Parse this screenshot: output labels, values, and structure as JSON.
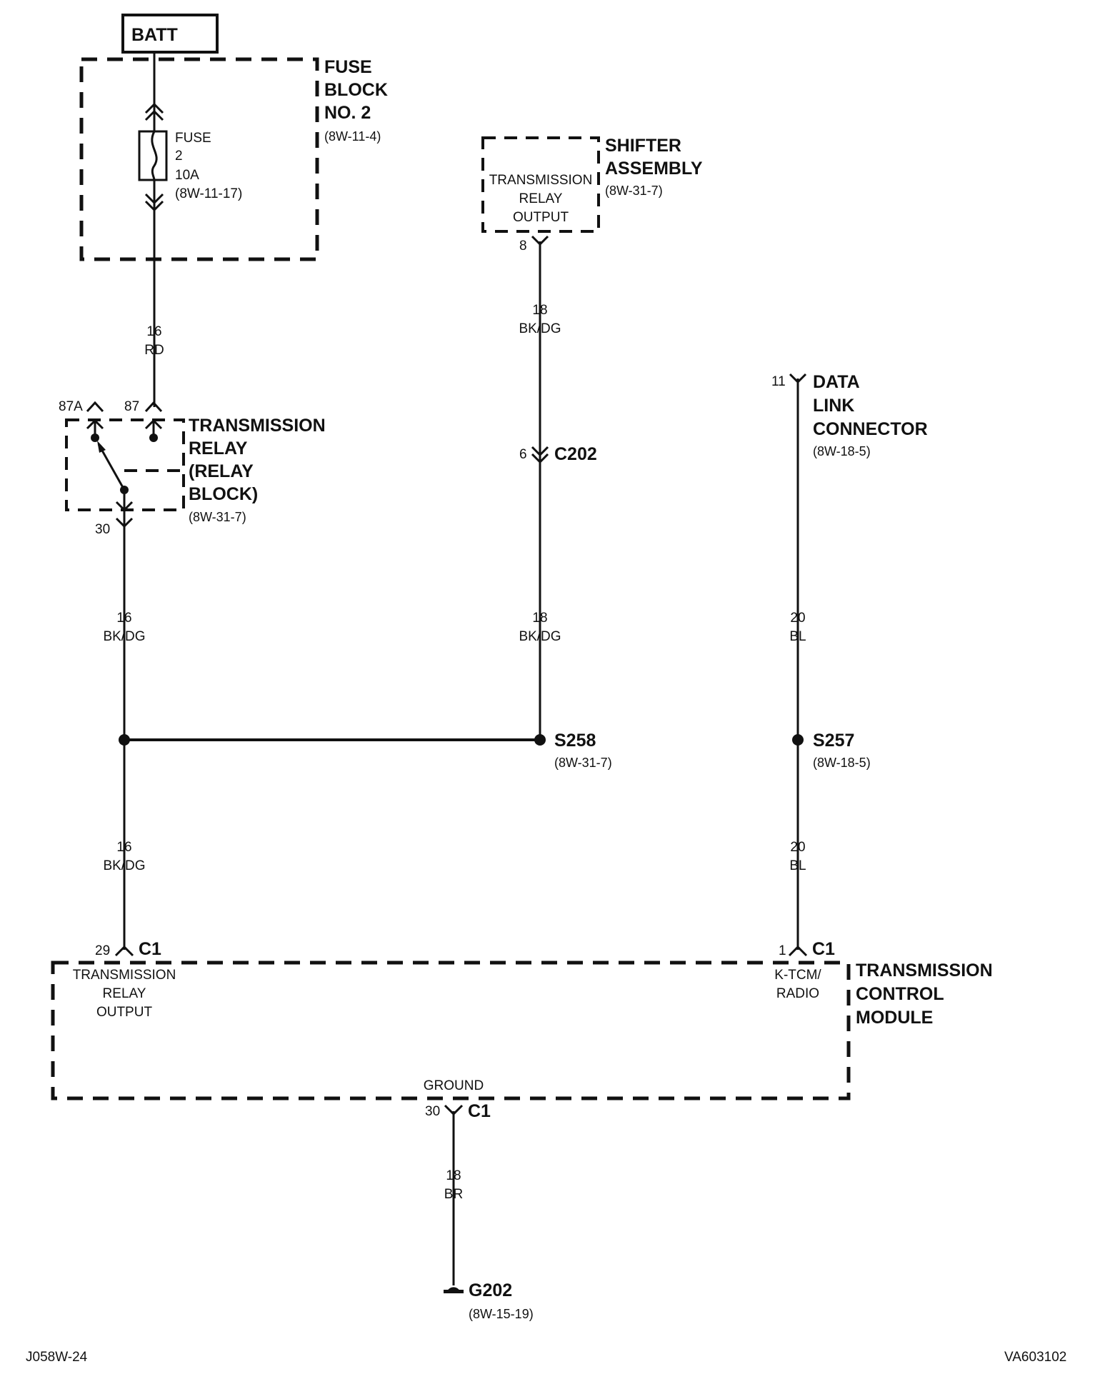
{
  "battery": {
    "label": "BATT"
  },
  "fuse_block": {
    "name": [
      "FUSE",
      "BLOCK",
      "NO. 2"
    ],
    "ref": "(8W-11-4)",
    "fuse": [
      "FUSE",
      "2",
      "10A",
      "(8W-11-17)"
    ]
  },
  "shifter": {
    "name": [
      "SHIFTER",
      "ASSEMBLY"
    ],
    "ref": "(8W-31-7)",
    "inner": [
      "TRANSMISSION",
      "RELAY",
      "OUTPUT"
    ],
    "pin": "8"
  },
  "relay": {
    "name": [
      "TRANSMISSION",
      "RELAY",
      "(RELAY",
      "BLOCK)"
    ],
    "ref": "(8W-31-7)",
    "pin_87a": "87A",
    "pin_87": "87",
    "pin_30": "30"
  },
  "connector_c202": {
    "pin": "6",
    "name": "C202"
  },
  "data_link": {
    "pin": "11",
    "name": [
      "DATA",
      "LINK",
      "CONNECTOR"
    ],
    "ref": "(8W-18-5)"
  },
  "splices": {
    "s258": {
      "name": "S258",
      "ref": "(8W-31-7)"
    },
    "s257": {
      "name": "S257",
      "ref": "(8W-18-5)"
    }
  },
  "wires": {
    "fuse_to_relay": [
      "16",
      "RD"
    ],
    "shifter_to_c202": [
      "18",
      "BK/DG"
    ],
    "relay_to_splice": [
      "16",
      "BK/DG"
    ],
    "c202_to_s258": [
      "18",
      "BK/DG"
    ],
    "dlc_to_s257": [
      "20",
      "BL"
    ],
    "splice_to_tcm": [
      "16",
      "BK/DG"
    ],
    "s257_to_tcm": [
      "20",
      "BL"
    ],
    "tcm_to_ground": [
      "18",
      "BR"
    ]
  },
  "tcm": {
    "name": [
      "TRANSMISSION",
      "CONTROL",
      "MODULE"
    ],
    "pin29": {
      "pin": "29",
      "conn": "C1",
      "func": [
        "TRANSMISSION",
        "RELAY",
        "OUTPUT"
      ]
    },
    "pin1": {
      "pin": "1",
      "conn": "C1",
      "func": [
        "K-TCM/",
        "RADIO"
      ]
    },
    "pin30": {
      "pin": "30",
      "conn": "C1",
      "func": "GROUND"
    }
  },
  "ground": {
    "name": "G202",
    "ref": "(8W-15-19)"
  },
  "footer": {
    "left": "J058W-24",
    "right": "VA603102"
  }
}
